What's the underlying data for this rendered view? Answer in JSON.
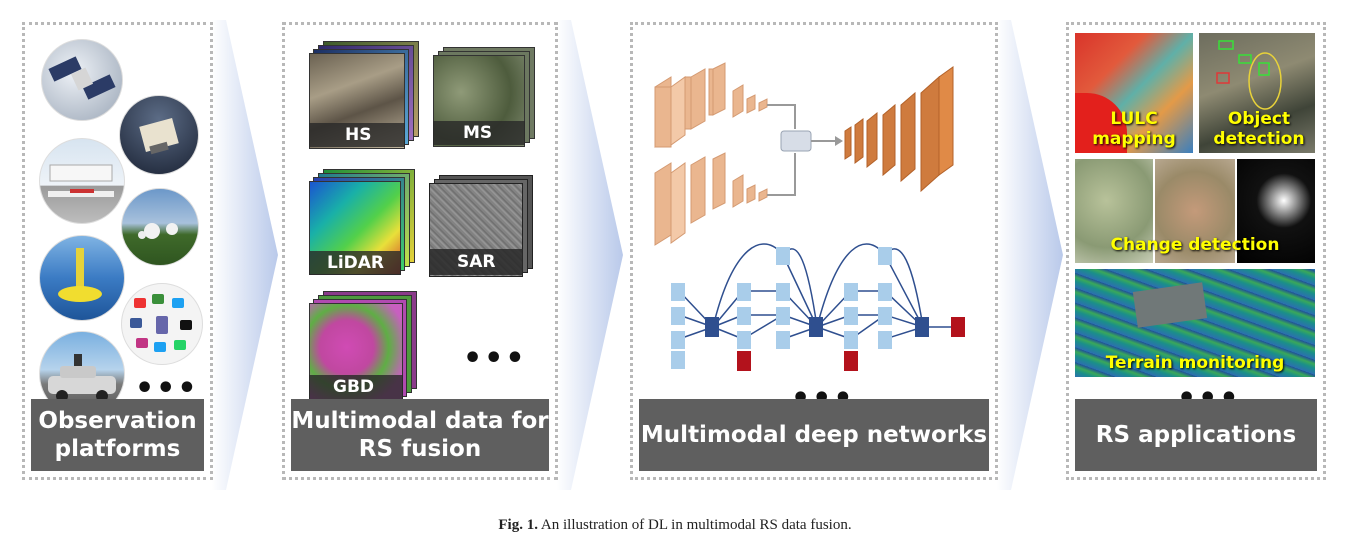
{
  "panels": {
    "platforms": {
      "label": "Observation\nplatforms",
      "more": "•••"
    },
    "data": {
      "label": "Multimodal data for\nRS fusion",
      "modalities": [
        "HS",
        "MS",
        "LiDAR",
        "SAR",
        "GBD"
      ],
      "more": "•••"
    },
    "networks": {
      "label": "Multimodal deep networks",
      "more": "•••"
    },
    "applications": {
      "label": "RS applications",
      "items": [
        "LULC\nmapping",
        "Object\ndetection",
        "Change detection",
        "Terrain monitoring"
      ],
      "more": "•••"
    }
  },
  "caption": {
    "prefix": "Fig. 1.",
    "text": "An illustration of DL in multimodal RS data fusion."
  },
  "colors": {
    "label_bg": "#5f5f5f",
    "arrow": "#c9d6ee",
    "encoder": "#e8b08c",
    "decoder": "#cc7a3c",
    "node_light": "#a9cdea",
    "node_dark": "#2f4f8f",
    "node_red": "#b3121c",
    "app_text": "#ffff00"
  }
}
